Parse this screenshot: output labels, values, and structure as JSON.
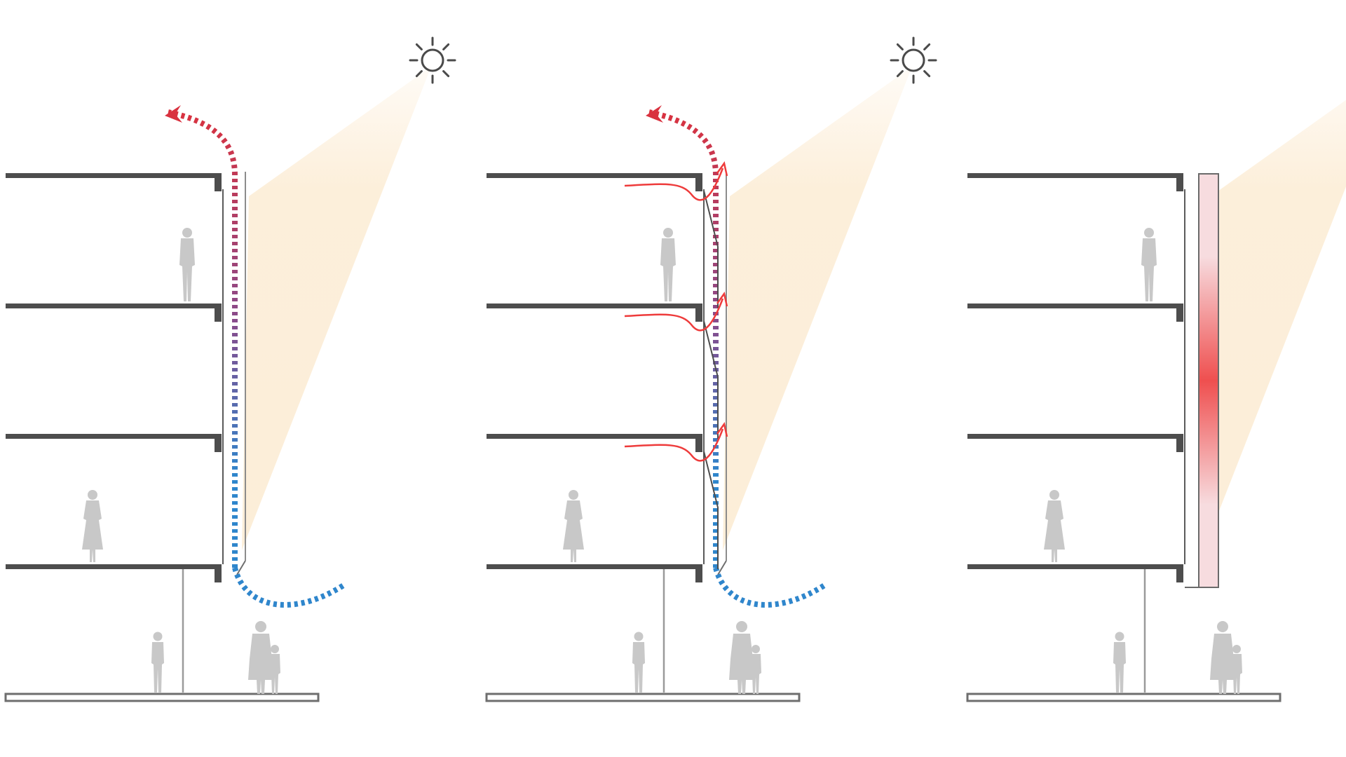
{
  "diagram": {
    "panels": [
      {
        "id": "natural-stack-ventilation",
        "inner_vents": false,
        "heated_cladding": false
      },
      {
        "id": "ventilated-double-facade",
        "inner_vents": true,
        "heated_cladding": false
      },
      {
        "id": "heated-cladding-facade",
        "inner_vents": false,
        "heated_cladding": true
      }
    ],
    "colors": {
      "background": "#ffffff",
      "slab": "#4d4d4d",
      "wall": "#5a5a5a",
      "ground": "#6e6e6e",
      "pillar": "#9a9a9a",
      "person": "#c8c8c8",
      "sun": "#4a4a4a",
      "sunbeam": "#fcecd4",
      "warm_air": "#d9323f",
      "cool_air": "#2f86cc",
      "flow_arrow": "#ee3b3b",
      "heated_panel": "#ef4f4f",
      "heated_panel_fade": "#f7dcdf"
    },
    "icons": [
      "sun-icon",
      "person-icon",
      "flow-arrow-icon"
    ]
  }
}
